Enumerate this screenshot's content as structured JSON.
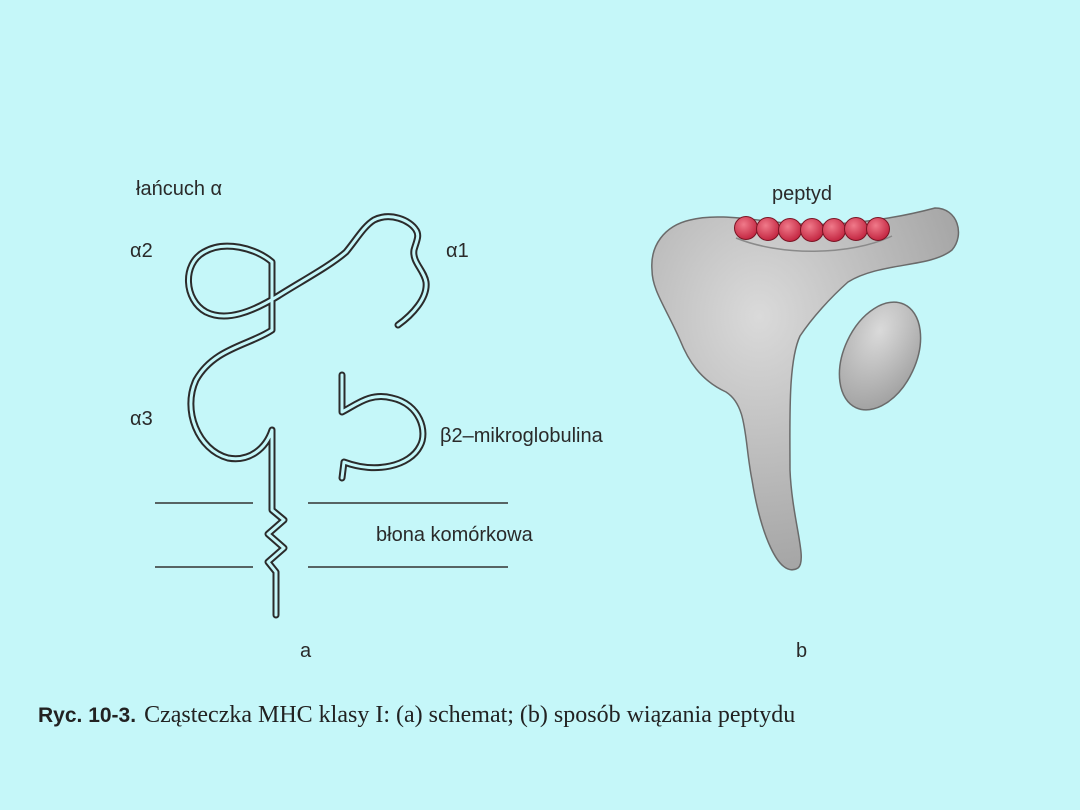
{
  "diagram_a": {
    "chain_label": "łańcuch α",
    "domain_a1": "α1",
    "domain_a2": "α2",
    "domain_a3": "α3",
    "b2m_label": "β2–mikroglobulina",
    "membrane_label": "błona komórkowa",
    "panel_label": "a"
  },
  "diagram_b": {
    "peptide_label": "peptyd",
    "panel_label": "b",
    "peptide_color": "#d0314b",
    "molecule_color": "#a9a9a9"
  },
  "caption": {
    "prefix": "Ryc. 10-3.",
    "text": "Cząsteczka MHC klasy I: (a) schemat; (b) sposób wiązania peptydu"
  }
}
